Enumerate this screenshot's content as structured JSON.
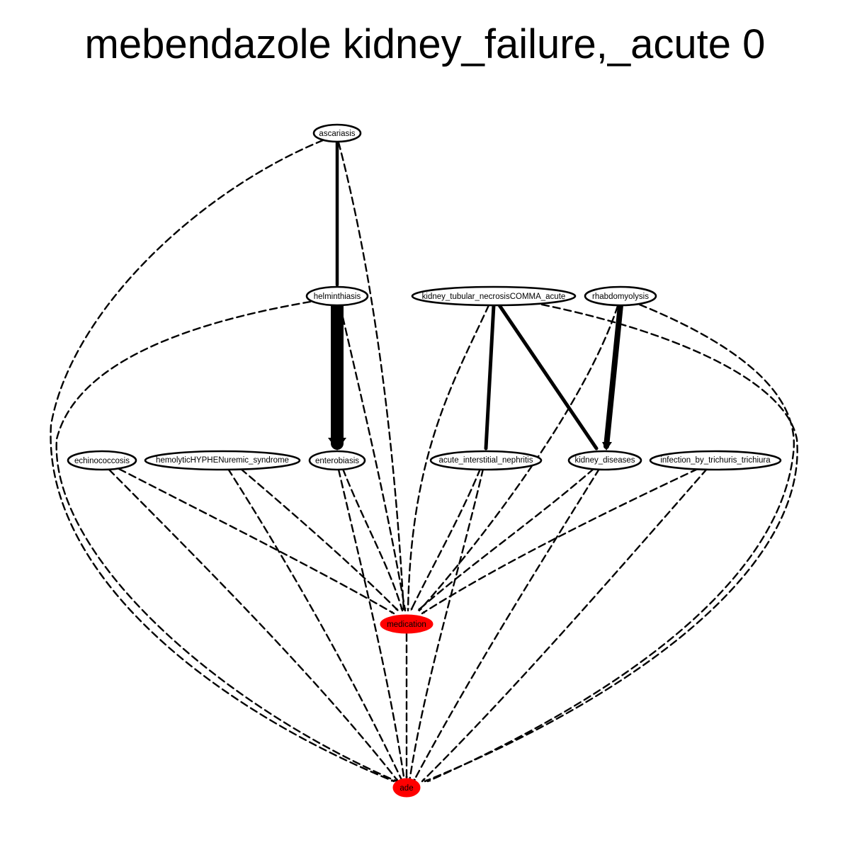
{
  "title": "mebendazole kidney_failure,_acute 0",
  "nodes": {
    "ascariasis": {
      "label": "ascariasis",
      "fill": "white"
    },
    "helminthiasis": {
      "label": "helminthiasis",
      "fill": "white"
    },
    "kidney_tubular": {
      "label": "kidney_tubular_necrosisCOMMA_acute",
      "fill": "white"
    },
    "rhabdomyolysis": {
      "label": "rhabdomyolysis",
      "fill": "white"
    },
    "echinococcosis": {
      "label": "echinococcosis",
      "fill": "white"
    },
    "hemolytic": {
      "label": "hemolyticHYPHENuremic_syndrome",
      "fill": "white"
    },
    "enterobiasis": {
      "label": "enterobiasis",
      "fill": "white"
    },
    "acute_nephritis": {
      "label": "acute_interstitial_nephritis",
      "fill": "white"
    },
    "kidney_diseases": {
      "label": "kidney_diseases",
      "fill": "white"
    },
    "trichuris": {
      "label": "infection_by_trichuris_trichiura",
      "fill": "white"
    },
    "medication": {
      "label": "medication",
      "fill": "#ff0000"
    },
    "ade": {
      "label": "ade",
      "fill": "#ff0000"
    }
  },
  "edges": [
    {
      "from": "ascariasis",
      "to": "helminthiasis",
      "style": "solid",
      "weight": "medium"
    },
    {
      "from": "helminthiasis",
      "to": "enterobiasis",
      "style": "solid",
      "weight": "heavy"
    },
    {
      "from": "kidney_tubular",
      "to": "acute_nephritis",
      "style": "solid",
      "weight": "medium"
    },
    {
      "from": "kidney_tubular",
      "to": "kidney_diseases",
      "style": "solid",
      "weight": "medium"
    },
    {
      "from": "rhabdomyolysis",
      "to": "kidney_diseases",
      "style": "solid",
      "weight": "strong"
    },
    {
      "from": "ascariasis",
      "to": "medication",
      "style": "dashed"
    },
    {
      "from": "ascariasis",
      "to": "ade",
      "style": "dashed"
    },
    {
      "from": "helminthiasis",
      "to": "ade",
      "style": "dashed"
    },
    {
      "from": "kidney_tubular",
      "to": "medication",
      "style": "dashed"
    },
    {
      "from": "kidney_tubular",
      "to": "ade",
      "style": "dashed"
    },
    {
      "from": "rhabdomyolysis",
      "to": "medication",
      "style": "dashed"
    },
    {
      "from": "rhabdomyolysis",
      "to": "ade",
      "style": "dashed"
    },
    {
      "from": "echinococcosis",
      "to": "medication",
      "style": "dashed"
    },
    {
      "from": "echinococcosis",
      "to": "ade",
      "style": "dashed"
    },
    {
      "from": "hemolytic",
      "to": "medication",
      "style": "dashed"
    },
    {
      "from": "hemolytic",
      "to": "ade",
      "style": "dashed"
    },
    {
      "from": "enterobiasis",
      "to": "medication",
      "style": "dashed"
    },
    {
      "from": "enterobiasis",
      "to": "ade",
      "style": "dashed"
    },
    {
      "from": "acute_nephritis",
      "to": "medication",
      "style": "dashed"
    },
    {
      "from": "acute_nephritis",
      "to": "ade",
      "style": "dashed"
    },
    {
      "from": "kidney_diseases",
      "to": "medication",
      "style": "dashed"
    },
    {
      "from": "kidney_diseases",
      "to": "ade",
      "style": "dashed"
    },
    {
      "from": "trichuris",
      "to": "medication",
      "style": "dashed"
    },
    {
      "from": "trichuris",
      "to": "ade",
      "style": "dashed"
    },
    {
      "from": "medication",
      "to": "ade",
      "style": "dashed"
    }
  ]
}
